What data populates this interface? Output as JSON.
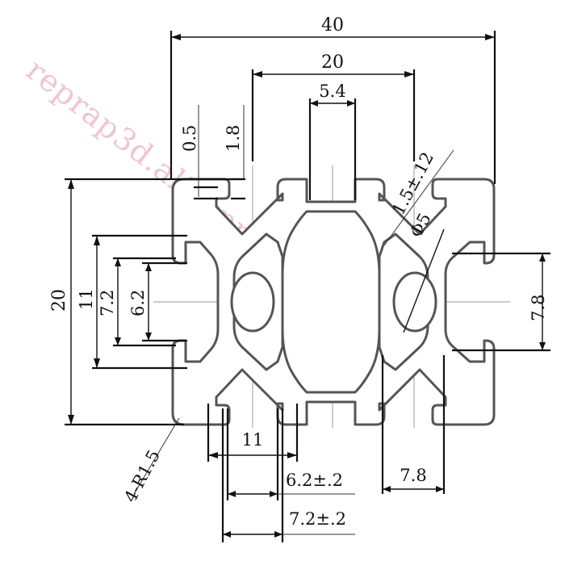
{
  "dimensions": {
    "overall_width": "40",
    "center_distance": "20",
    "top_slot_width": "5.4",
    "lip_thickness": "0.5",
    "lip_depth": "1.8",
    "wall_tolerance": "1.5±.12",
    "hole_diameter": "Φ5",
    "overall_height": "20",
    "slot_span_11": "11",
    "slot_span_7_2": "7.2",
    "slot_span_6_2": "6.2",
    "right_slot_7_8": "7.8",
    "corner_radius": "4-R1.5",
    "bottom_slot_11": "11",
    "bottom_slot_6_2": "6.2±.2",
    "bottom_slot_7_2": "7.2±.2",
    "bottom_right_7_8": "7.8"
  },
  "watermark": "reprap3d.aliexpress.com",
  "colors": {
    "line": "#111111",
    "profile_stroke": "#555555",
    "watermark": "#f0c4d4"
  }
}
